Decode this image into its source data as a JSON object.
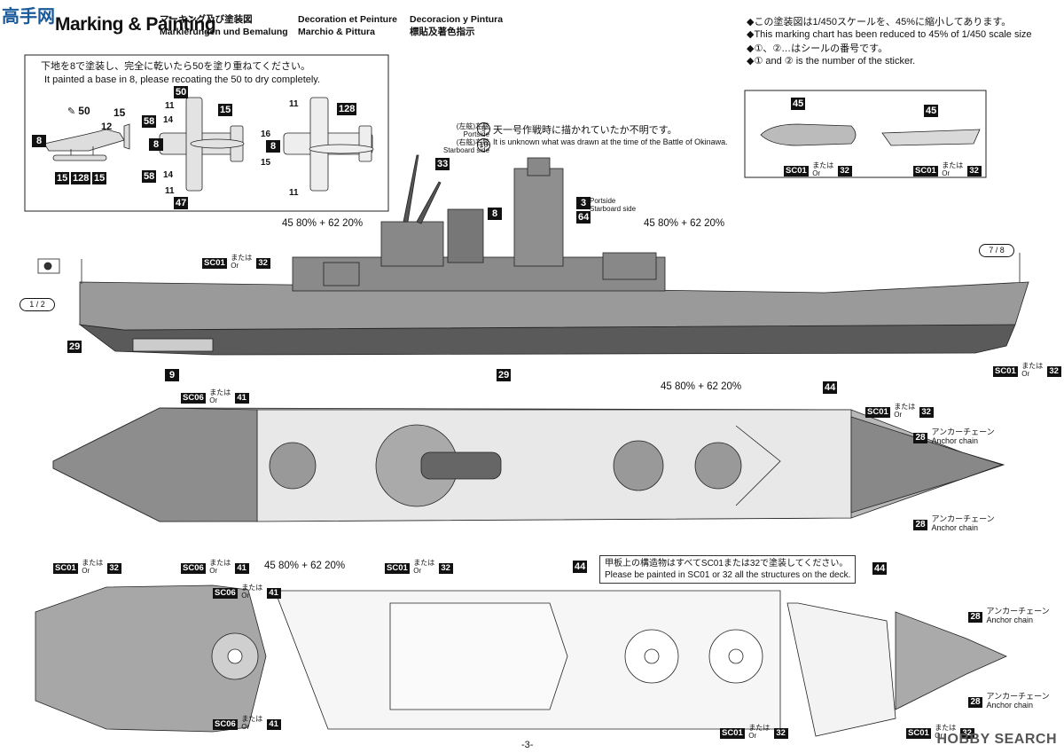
{
  "header": {
    "logo_text": "高手网",
    "title": "Marking & Painting",
    "jp_title": "マーキング及び塗装図",
    "de_title": "Markierungen und Bemalung",
    "fr_title": "Decoration et Peinture",
    "it_title": "Marchio & Pittura",
    "es_title": "Decoracion y Pintura",
    "cn_title": "標貼及著色指示"
  },
  "notes": {
    "scale_jp": "◆この塗装図は1/450スケールを、45%に縮小してあります。",
    "scale_en": "◆This marking chart has been reduced to 45% of 1/450 scale size",
    "sticker_jp": "◆①、②…はシールの番号です。",
    "sticker_en": "◆① and ② is the number of the sticker."
  },
  "inset_aircraft": {
    "instr_jp": "下地を8で塗装し、完全に乾いたら50を塗り重ねてください。",
    "instr_en": "It painted a base in 8, please recoating the 50 to dry completely.",
    "labels": [
      "50",
      "15",
      "12",
      "8",
      "15",
      "128",
      "15",
      "50",
      "11",
      "58",
      "14",
      "15",
      "8",
      "58",
      "14",
      "11",
      "47",
      "11",
      "128",
      "16",
      "8",
      "15",
      "11"
    ]
  },
  "boats": {
    "label_a": "45",
    "label_b": "45",
    "sc": "SC01",
    "or_jp": "または",
    "or_en": "Or",
    "alt": "32"
  },
  "side_view": {
    "ratio_left": "45 80% + 62 20%",
    "ratio_right": "45 80% + 62 20%",
    "note9_jp": "天一号作戦時に描かれていたか不明です。",
    "note9_en": "It is unknown what was drawn at the time of the Battle of Okinawa.",
    "portside_jp": "(左舷)左舷",
    "portside": "Portside",
    "starboard_jp": "(右舷)右舷",
    "starboard": "Starboard side",
    "label_33": "33",
    "label_8": "8",
    "label_3": "3",
    "label_64": "64",
    "label_9_top": "9",
    "label_10": "10",
    "sticker_12": "1 / 2",
    "sticker_78": "7 / 8",
    "label_29_left": "29",
    "label_29_bottom": "29",
    "label_9_bottom": "9",
    "sc_left": "SC01",
    "alt_left": "32",
    "sc_right": "SC01",
    "alt_right": "32"
  },
  "top_view": {
    "ratio_top": "45 80% + 62 20%",
    "ratio_bottom": "45 80% + 62 20%",
    "sc06_top": "SC06",
    "alt41_top": "41",
    "sc06_bottom": "SC06",
    "alt41_bottom": "41",
    "sc01_mid": "SC01",
    "alt32_mid": "32",
    "sc01_right": "SC01",
    "alt32_right": "32",
    "label_44": "44",
    "anchor_num": "28",
    "anchor_jp": "アンカーチェーン",
    "anchor_en": "Anchor chain"
  },
  "deck_view": {
    "note_jp": "甲板上の構造物はすべてSC01または32で塗装してください。",
    "note_en": "Please be painted in SC01 or 32 all the structures on the deck.",
    "sc01_tl": "SC01",
    "alt32_tl": "32",
    "sc06_a": "SC06",
    "alt41_a": "41",
    "sc06_b": "SC06",
    "alt41_b": "41",
    "label_44_a": "44",
    "label_44_b": "44",
    "sc01_bottom": "SC01",
    "alt32_bottom": "32",
    "sc01_bottom_r": "SC01",
    "alt32_bottom_r": "32"
  },
  "footer": {
    "page": "-3-",
    "brand": "HOBBY SEARCH"
  }
}
